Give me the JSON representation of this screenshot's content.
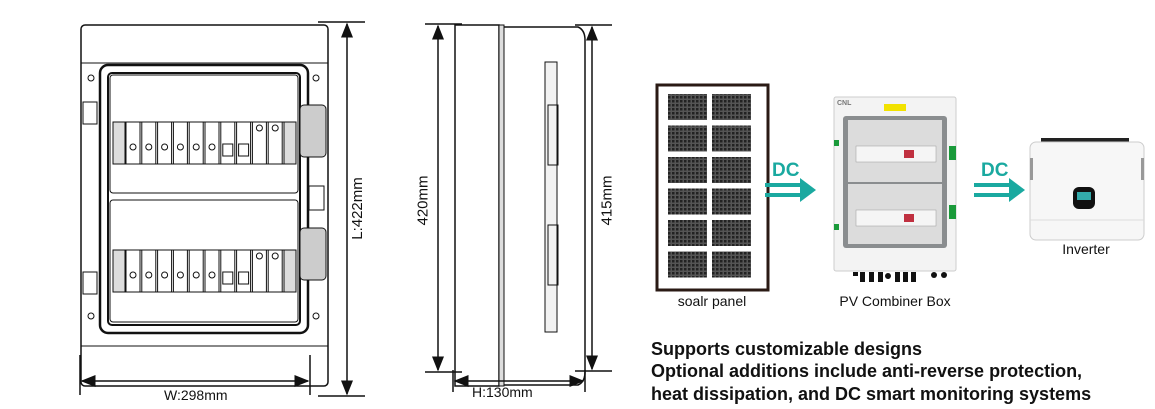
{
  "dimensions": {
    "length": "L:422mm",
    "width": "W:298mm",
    "side_height": "420mm",
    "side_inner": "415mm",
    "depth": "H:130mm"
  },
  "flow": {
    "solar_panel_label": "soalr panel",
    "combiner_label": "PV Combiner Box",
    "inverter_label": "Inverter",
    "arrow1_label": "DC",
    "arrow2_label": "DC",
    "brand": "CNL"
  },
  "features": {
    "line1": "Supports customizable designs",
    "line2": "Optional additions include anti-reverse protection,",
    "line3": "heat dissipation, and DC smart monitoring systems"
  },
  "colors": {
    "accent": "#1aa9a0",
    "line": "#111111"
  }
}
